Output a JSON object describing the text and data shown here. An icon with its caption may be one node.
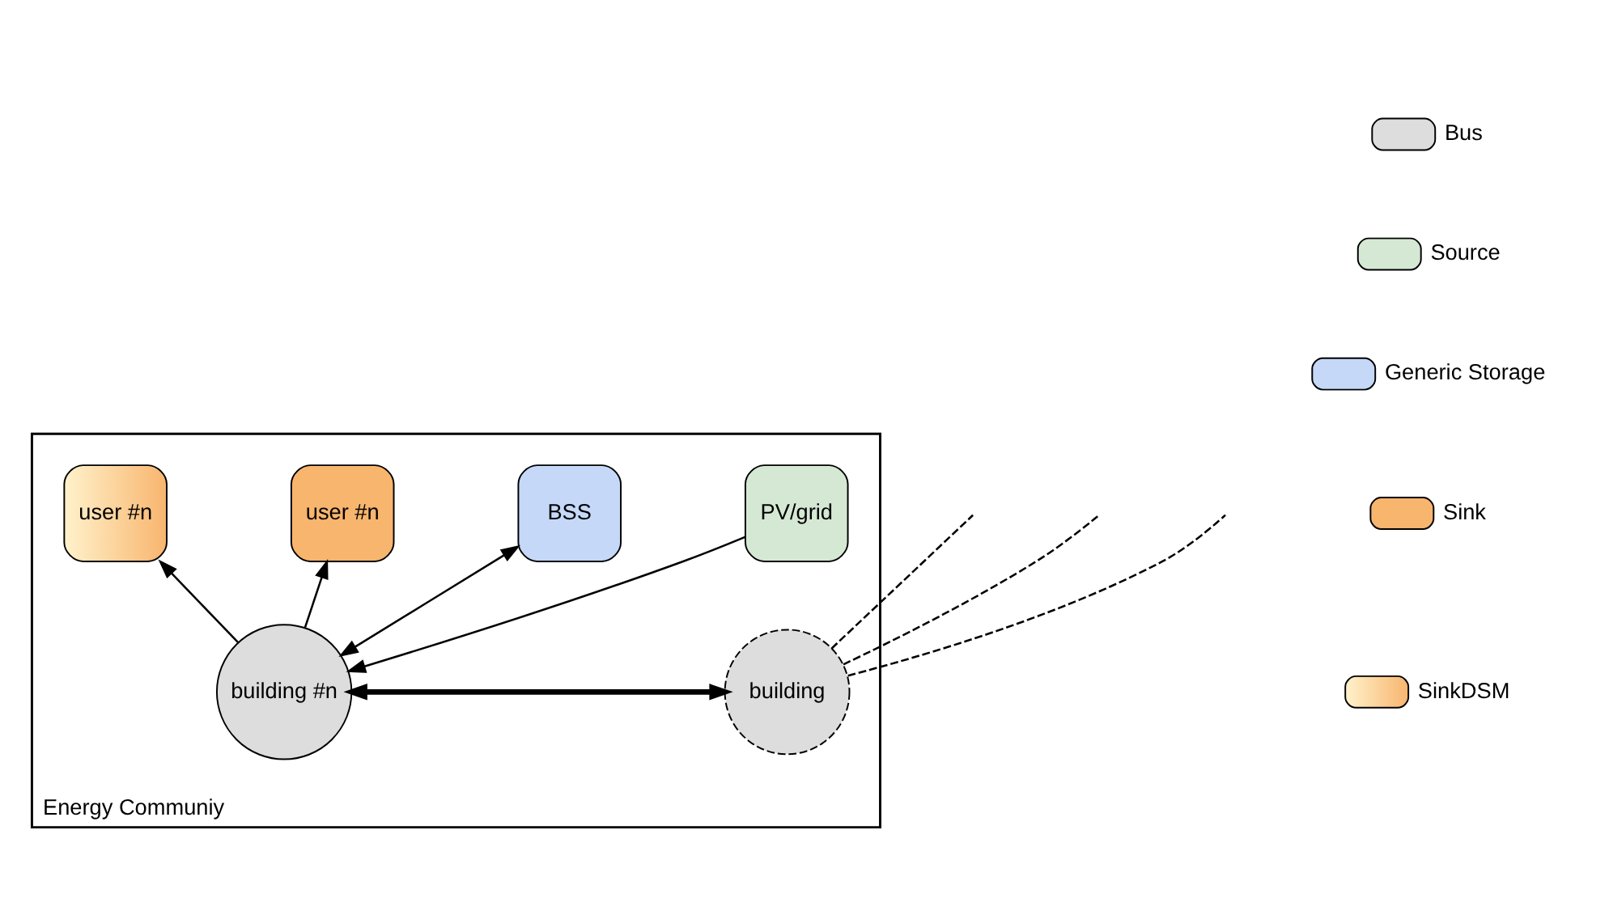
{
  "diagram": {
    "nodes": [
      {
        "text": [
          "Energy Communiy"
        ]
      },
      {
        "text": [
          "building"
        ],
        "in": 0
      },
      {
        "text": [
          "building #n"
        ],
        "in": 0
      },
      {
        "text": [
          "user #n"
        ],
        "in": 0
      },
      {
        "text": [
          "user #n"
        ],
        "in": 0
      },
      {
        "text": [
          "PV/grid"
        ],
        "in": 0
      },
      {
        "text": [
          "BSS"
        ],
        "in": 0
      }
    ],
    "edges": [
      {
        "from": 1,
        "to": null,
        "arrow": "none",
        "style": "dashed"
      },
      {
        "from": 1,
        "to": null,
        "arrow": "none",
        "style": "dashed"
      },
      {
        "from": 1,
        "to": null,
        "arrow": "none",
        "style": "dashed"
      },
      {
        "from": 1,
        "to": 2,
        "arrow": "both",
        "style": "thick"
      },
      {
        "from": 2,
        "to": 3,
        "arrow": "to"
      },
      {
        "from": 2,
        "to": 4,
        "arrow": "to"
      },
      {
        "from": 5,
        "to": 2,
        "arrow": "to"
      },
      {
        "from": 2,
        "to": 6,
        "arrow": "both"
      }
    ],
    "legend": [
      {
        "text": "Bus"
      },
      {
        "text": "Source",
        "color": "#d5e8d4"
      },
      {
        "text": "Generic Storage",
        "color": "#c6d8f8"
      },
      {
        "text": "Sink",
        "color": "#f8b56e"
      },
      {
        "text": "SinkDSM"
      }
    ]
  }
}
